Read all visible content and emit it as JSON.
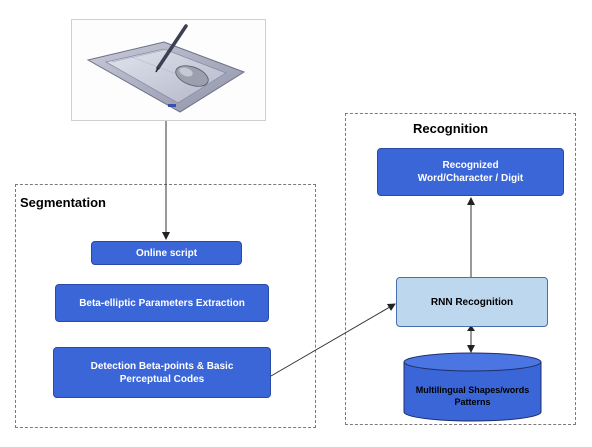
{
  "segmentation": {
    "title": "Segmentation",
    "online_script": "Online script",
    "beta_extraction": "Beta-elliptic Parameters Extraction",
    "detection_line1": "Detection  Beta-points & Basic",
    "detection_line2": "Perceptual Codes"
  },
  "recognition": {
    "title": "Recognition",
    "output_line1": "Recognized",
    "output_line2": "Word/Character / Digit",
    "rnn": "RNN  Recognition",
    "db_line1": "Multilingual Shapes/words",
    "db_line2": "Patterns"
  },
  "colors": {
    "dark_box": "#3b66d8",
    "light_box": "#bcd7ee",
    "frame_border": "#7a7a7a"
  },
  "icons": {
    "input_device": "graphics-tablet-with-pen-and-mouse"
  }
}
